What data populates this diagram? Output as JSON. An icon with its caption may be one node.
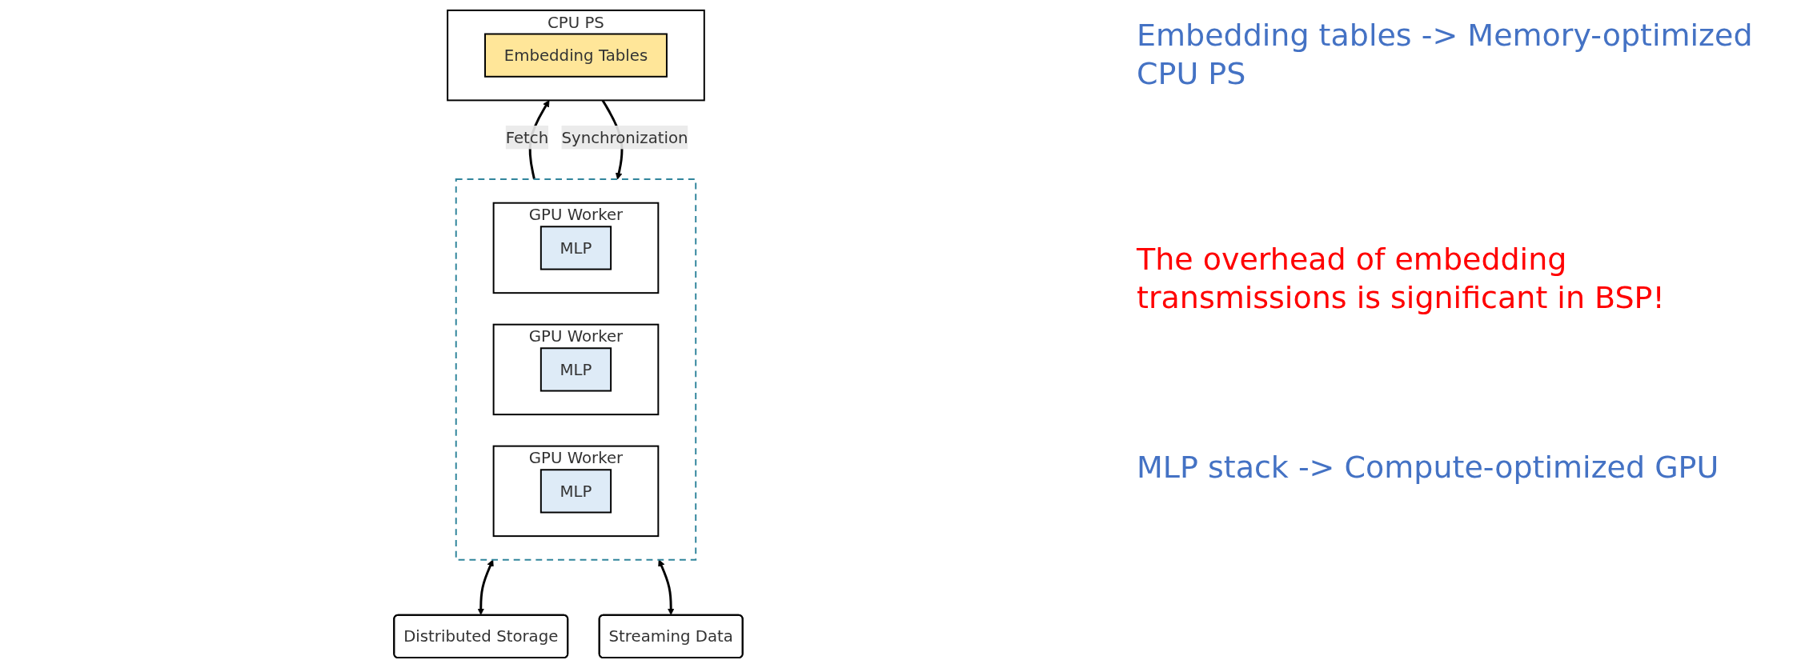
{
  "diagram": {
    "nodes": [
      {
        "text": [
          "CPU PS"
        ]
      },
      {
        "text": [
          "Embedding Tables"
        ],
        "in": 0
      },
      {
        "text": [],
        "shape": "box"
      },
      {
        "text": [
          "GPU Worker"
        ],
        "in": 2
      },
      {
        "text": [
          "MLP"
        ],
        "in": 3
      },
      {
        "text": [
          "GPU Worker"
        ],
        "in": 2
      },
      {
        "text": [
          "MLP"
        ],
        "in": 5
      },
      {
        "text": [
          "GPU Worker"
        ],
        "in": 2
      },
      {
        "text": [
          "MLP"
        ],
        "in": 7
      },
      {
        "text": [
          "Distributed Storage"
        ]
      },
      {
        "text": [
          "Streaming Data"
        ]
      }
    ],
    "edges": [
      {
        "from": 2,
        "to": 0,
        "arrow": "to",
        "label": "Fetch"
      },
      {
        "from": 0,
        "to": 2,
        "arrow": "to",
        "label": "Synchronization"
      },
      {
        "from": 9,
        "to": 2,
        "arrow": "both"
      },
      {
        "from": 10,
        "to": 2,
        "arrow": "both"
      }
    ],
    "labels": [
      "Embedding tables -> Memory-optimized CPU PS",
      "The overhead of embedding transmissions is significant in BSP!",
      "MLP stack -> Compute-optimized GPU"
    ]
  }
}
